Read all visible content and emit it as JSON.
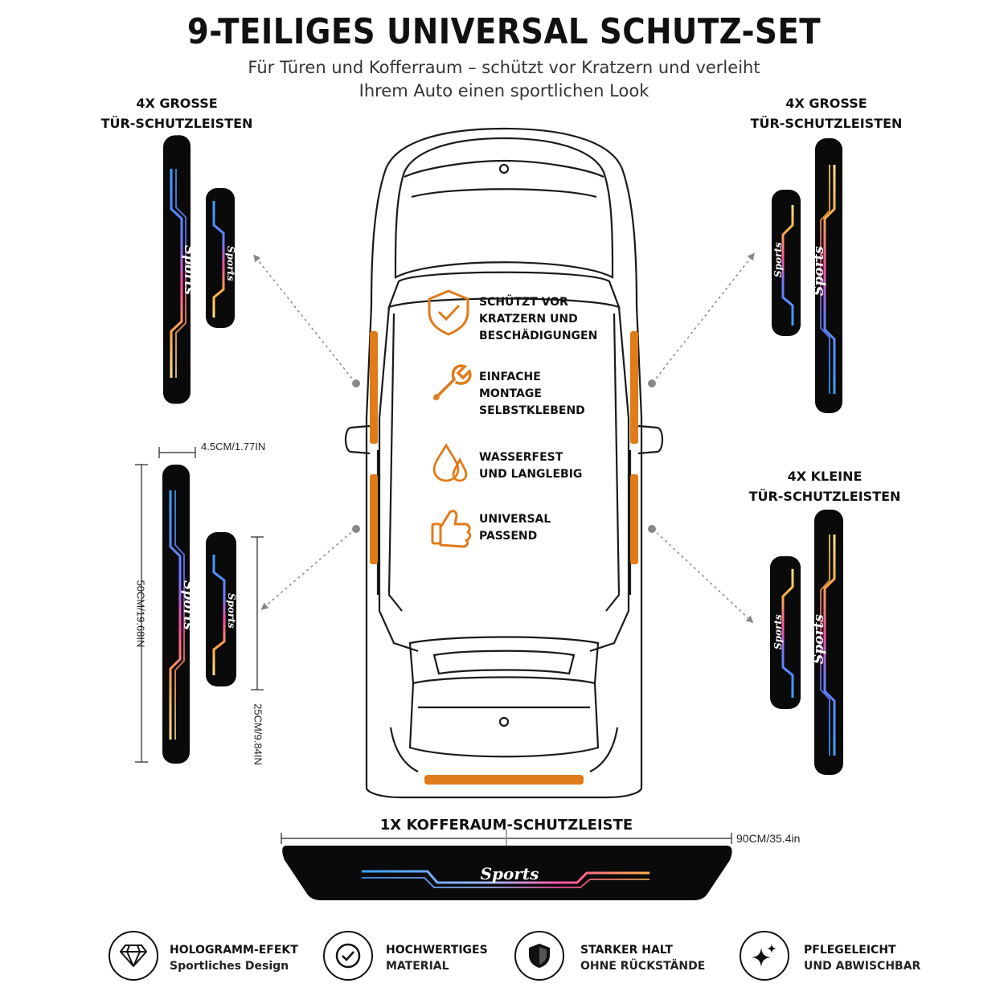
{
  "header": {
    "title": "9-TEILIGES UNIVERSAL SCHUTZ-SET",
    "subtitle_line1": "Für Türen und Kofferraum – schützt vor Kratzern und verleiht",
    "subtitle_line2": "Ihrem Auto einen sportlichen Look"
  },
  "groups": {
    "top_left": {
      "line1": "4X GROSSE",
      "line2": "TÜR-SCHUTZLEISTEN"
    },
    "top_right": {
      "line1": "4X GROSSE",
      "line2": "TÜR-SCHUTZLEISTEN"
    },
    "mid_right": {
      "line1": "4X KLEINE",
      "line2": "TÜR-SCHUTZLEISTEN"
    },
    "trunk": "1X KOFFERAUM-SCHUTZLEISTE"
  },
  "strip_brand": "Sports",
  "dimensions": {
    "width": "4.5CM/1.77IN",
    "long_height": "50CM/19.68IN",
    "short_height": "25CM/9.84IN",
    "trunk_length": "90CM/35.4in"
  },
  "features": [
    {
      "icon": "shield-check-icon",
      "line1": "SCHÜTZT VOR",
      "line2": "KRATZERN UND",
      "line3": "BESCHÄDIGUNGEN"
    },
    {
      "icon": "wrench-icon",
      "line1": "EINFACHE",
      "line2": "MONTAGE",
      "line3": "SELBSTKLEBEND"
    },
    {
      "icon": "water-drop-icon",
      "line1": "WASSERFEST",
      "line2": "UND LANGLEBIG",
      "line3": ""
    },
    {
      "icon": "thumbs-up-icon",
      "line1": "UNIVERSAL",
      "line2": "PASSEND",
      "line3": ""
    }
  ],
  "bottom_features": [
    {
      "icon": "diamond-icon",
      "title": "HOLOGRAMM-EFEKT",
      "subtitle": "Sportliches Design"
    },
    {
      "icon": "check-circle-icon",
      "title": "HOCHWERTIGES",
      "subtitle": "MATERIAL"
    },
    {
      "icon": "shield-icon",
      "title": "STARKER HALT",
      "subtitle": "OHNE RÜCKSTÄNDE"
    },
    {
      "icon": "sparkle-icon",
      "title": "PFLEGELEICHT",
      "subtitle": "UND ABWISCHBAR"
    }
  ],
  "colors": {
    "accent_orange": "#E07B1A",
    "strip_black": "#0a0a0a",
    "holo_blue": "#3aa0ff",
    "holo_pink": "#ff4fa0",
    "holo_gold": "#ffb347"
  }
}
